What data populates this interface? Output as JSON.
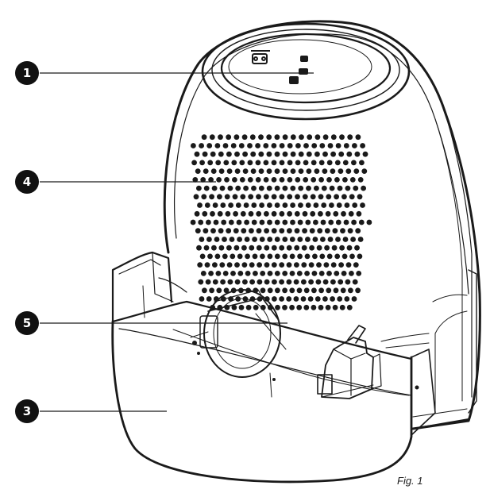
{
  "figure": {
    "caption": "Fig. 1",
    "callouts": [
      {
        "number": "1",
        "target": "control-panel"
      },
      {
        "number": "4",
        "target": "front-grille"
      },
      {
        "number": "5",
        "target": "float-assembly"
      },
      {
        "number": "3",
        "target": "water-tank"
      }
    ]
  },
  "colors": {
    "ink": "#1a1a1a",
    "paper": "#ffffff",
    "badge": "#111111"
  }
}
